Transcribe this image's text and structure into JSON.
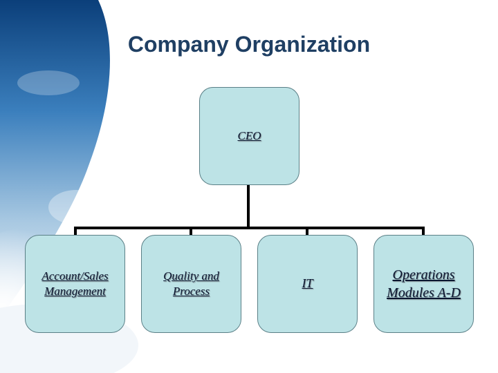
{
  "slide": {
    "title": "Company Organization"
  },
  "org_chart": {
    "root": {
      "label": "CEO"
    },
    "children": [
      {
        "label_lines": [
          "Account/Sales",
          "Management"
        ]
      },
      {
        "label_lines": [
          "Quality and",
          "Process"
        ]
      },
      {
        "label_lines": [
          "IT"
        ]
      },
      {
        "label_lines": [
          "Operations",
          "Modules A-D"
        ]
      }
    ]
  },
  "colors": {
    "title": "#1f3f63",
    "box_fill": "#bde3e6",
    "box_border": "#5a7f86",
    "connector": "#000000"
  }
}
